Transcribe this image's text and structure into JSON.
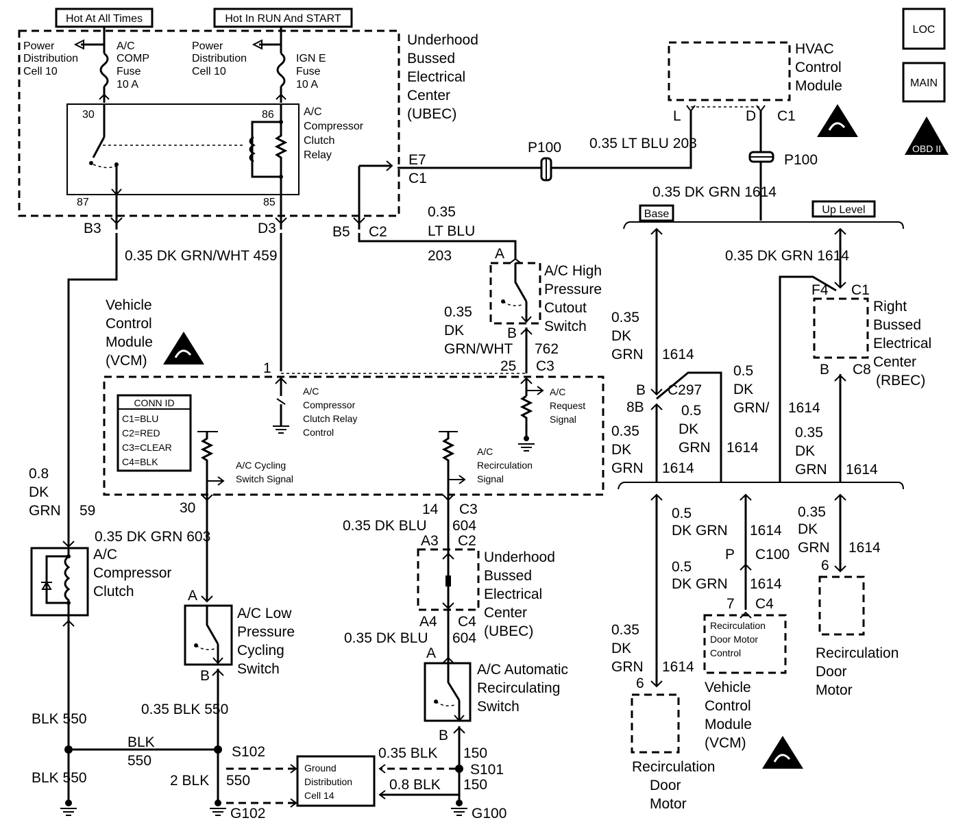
{
  "tags": {
    "hot_always": "Hot At All Times",
    "hot_run": "Hot In RUN And START",
    "base": "Base",
    "up_level": "Up Level",
    "loc_symbol": "LOC",
    "main_symbol": "MAIN",
    "obd_symbol": "OBD II"
  },
  "ubec_top": {
    "pd_left": [
      "Power",
      "Distribution",
      "Cell 10"
    ],
    "fuse_left": [
      "A/C",
      "COMP",
      "Fuse",
      "10 A"
    ],
    "pd_right": [
      "Power",
      "Distribution",
      "Cell 10"
    ],
    "fuse_right": [
      "IGN E",
      "Fuse",
      "10 A"
    ],
    "relay": [
      "A/C",
      "Compressor",
      "Clutch",
      "Relay"
    ],
    "name": [
      "Underhood",
      "Bussed",
      "Electrical",
      "Center",
      "(UBEC)"
    ],
    "pins": {
      "p30": "30",
      "p86": "86",
      "p87": "87",
      "p85": "85"
    },
    "e7": "E7",
    "c1": "C1",
    "b3": "B3",
    "d3": "D3",
    "b5": "B5",
    "c2": "C2"
  },
  "hvac": {
    "name": [
      "HVAC",
      "Control",
      "Module"
    ],
    "l": "L",
    "d": "D",
    "c1": "C1",
    "p100_a": "P100",
    "p100_b": "P100",
    "wire_203": "0.35 LT BLU  203",
    "wire_1614": "0.35 DK GRN  1614"
  },
  "wires": {
    "w459": "0.35 DK GRN/WHT   459",
    "w203_a": "0.35",
    "w203_b": "LT BLU",
    "w203_c": "203",
    "w762": [
      "0.35",
      "DK",
      "GRN/WHT"
    ],
    "n762": "762",
    "w59": [
      "0.8",
      "DK",
      "GRN"
    ],
    "n59": "59",
    "w603": "0.35 DK GRN   603",
    "w604a": "0.35 DK BLU",
    "w604b": "0.35 DK BLU",
    "n604": "604",
    "blk550_a": "BLK   550",
    "blk550_b": "BLK",
    "blk550_b2": "550",
    "blk550_c": "BLK   550",
    "blk550_d": "0.35 BLK   550",
    "blk550_e": "2 BLK",
    "blk550_e2": "550",
    "blk150_a": "0.35 BLK",
    "blk150_a2": "150",
    "blk150_b": "0.8 BLK",
    "blk150_b2": "150"
  },
  "high_pressure": {
    "name": [
      "A/C High",
      "Pressure",
      "Cutout",
      "Switch"
    ],
    "a": "A",
    "b": "B"
  },
  "vcm": {
    "name": [
      "Vehicle",
      "Control",
      "Module",
      "(VCM)"
    ],
    "pin1": "1",
    "pin25": "25",
    "c3": "C3",
    "pin30": "30",
    "pin14": "14",
    "c3b": "C3",
    "relay_ctrl": [
      "A/C",
      "Compressor",
      "Clutch Relay",
      "Control"
    ],
    "request": [
      "A/C",
      "Request",
      "Signal"
    ],
    "cycling": [
      "A/C Cycling",
      "Switch Signal"
    ],
    "recirc": [
      "A/C",
      "Recirculation",
      "Signal"
    ],
    "conn_title": "CONN ID",
    "conn_rows": [
      "C1=BLU",
      "C2=RED",
      "C3=CLEAR",
      "C4=BLK"
    ]
  },
  "clutch": {
    "name": [
      "A/C",
      "Compressor",
      "Clutch"
    ]
  },
  "low_pressure": {
    "name": [
      "A/C Low",
      "Pressure",
      "Cycling",
      "Switch"
    ],
    "a": "A",
    "b": "B"
  },
  "ubec_mid": {
    "name": [
      "Underhood",
      "Bussed",
      "Electrical",
      "Center",
      "(UBEC)"
    ],
    "a3": "A3",
    "c2": "C2",
    "a4": "A4",
    "c4": "C4"
  },
  "auto_recirc": {
    "name": [
      "A/C Automatic",
      "Recirculating",
      "Switch"
    ],
    "a": "A",
    "b": "B"
  },
  "ground": {
    "s102": "S102",
    "g102": "G102",
    "s101": "S101",
    "g100": "G100",
    "cell": [
      "Ground",
      "Distribution",
      "Cell 14"
    ]
  },
  "right": {
    "w1614_up": "0.35 DK GRN   1614",
    "f4": "F4",
    "c1": "C1",
    "rbec": [
      "Right",
      "Bussed",
      "Electrical",
      "Center",
      "(RBEC)"
    ],
    "b": "B",
    "c8": "C8",
    "base_wire": [
      "0.35",
      "DK",
      "GRN"
    ],
    "base_num": "1614",
    "c297_b": "B",
    "c297": "C297",
    "c297_8b": "8B",
    "w05_a": [
      "0.5",
      "DK",
      "GRN"
    ],
    "w05_a_num": "1614",
    "w05_b": [
      "0.5",
      "DK",
      "GRN/"
    ],
    "w05_b_num": "1614",
    "w035_l": [
      "0.35",
      "DK",
      "GRN"
    ],
    "w035_l_num": "1614",
    "w035_r": [
      "0.35",
      "DK",
      "GRN"
    ],
    "w035_r_num": "1614",
    "w05_c": "0.5",
    "w05_c2": "DK GRN",
    "w05_c_num": "1614",
    "p": "P",
    "c100": "C100",
    "w05_d": "0.5",
    "w05_d2": "DK GRN",
    "w05_d_num": "1614",
    "w035_rr": [
      "0.35",
      "DK",
      "GRN"
    ],
    "w035_rr_num": "1614",
    "pin6_r": "6",
    "pin7": "7",
    "c4": "C4",
    "recirc_ctrl": [
      "Recirculation",
      "Door Motor",
      "Control"
    ],
    "vcm": [
      "Vehicle",
      "Control",
      "Module",
      "(VCM)"
    ],
    "w035_bl": [
      "0.35",
      "DK",
      "GRN"
    ],
    "w035_bl_num": "1614",
    "pin6_l": "6",
    "motor_l": [
      "Recirculation",
      "Door",
      "Motor"
    ],
    "motor_r": [
      "Recirculation",
      "Door",
      "Motor"
    ]
  }
}
